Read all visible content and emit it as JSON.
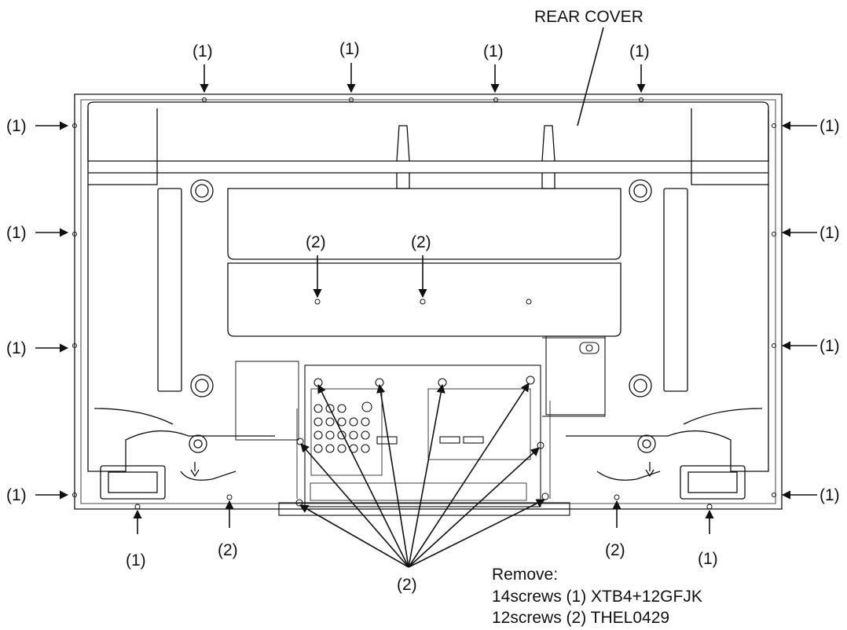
{
  "rear_cover_label": "REAR COVER",
  "screw_label_1": "(1)",
  "screw_label_2": "(2)",
  "note": {
    "heading": "Remove:",
    "line1": "14screws (1) XTB4+12GFJK",
    "line2": "12screws (2) THEL0429"
  },
  "colors": {
    "line": "#111111",
    "background": "#ffffff"
  }
}
